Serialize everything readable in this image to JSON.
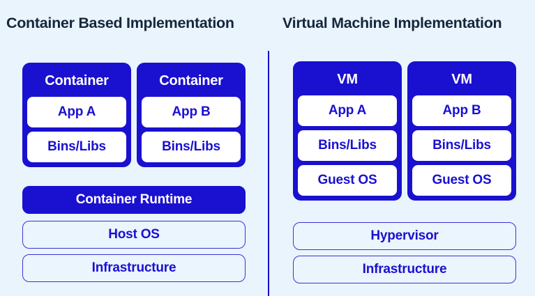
{
  "colors": {
    "background": "#e9f4fd",
    "primary_blue": "#1a10d0",
    "title_navy": "#16263a",
    "outline_fill": "#eaf5fd",
    "outline_border": "#3a32d6",
    "white": "#ffffff"
  },
  "left_panel": {
    "title": "Container Based Implementation",
    "cards": [
      {
        "title": "Container",
        "items": [
          "App A",
          "Bins/Libs"
        ]
      },
      {
        "title": "Container",
        "items": [
          "App B",
          "Bins/Libs"
        ]
      }
    ],
    "bars": [
      {
        "label": "Container Runtime",
        "style": "solid"
      },
      {
        "label": "Host OS",
        "style": "outline"
      },
      {
        "label": "Infrastructure",
        "style": "outline"
      }
    ]
  },
  "right_panel": {
    "title": "Virtual Machine Implementation",
    "cards": [
      {
        "title": "VM",
        "items": [
          "App A",
          "Bins/Libs",
          "Guest OS"
        ]
      },
      {
        "title": "VM",
        "items": [
          "App B",
          "Bins/Libs",
          "Guest OS"
        ]
      }
    ],
    "bars": [
      {
        "label": "Hypervisor",
        "style": "outline"
      },
      {
        "label": "Infrastructure",
        "style": "outline"
      }
    ]
  }
}
